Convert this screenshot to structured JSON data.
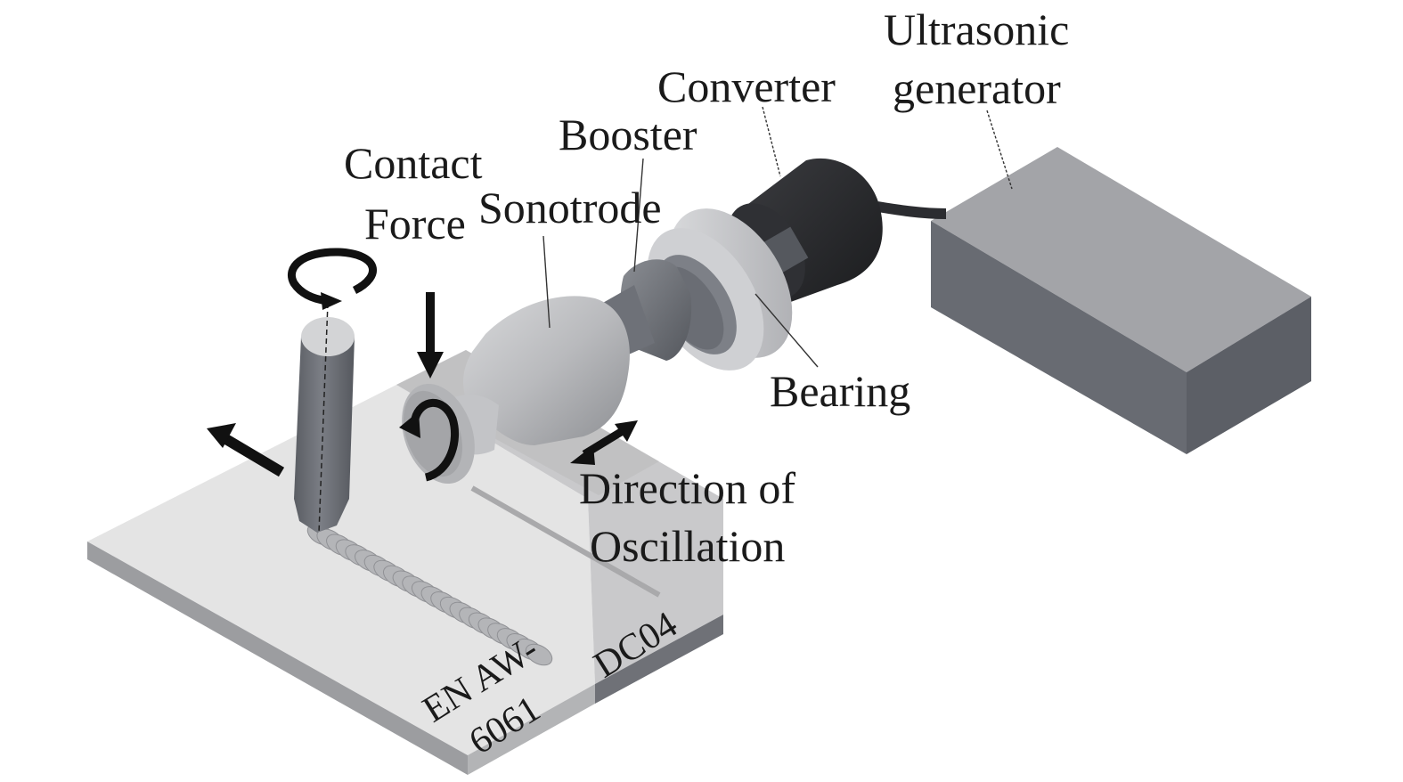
{
  "figure": {
    "title": "Ultrasonic-assisted friction stir welding setup",
    "labels": {
      "ultrasonic_generator_line1": "Ultrasonic",
      "ultrasonic_generator_line2": "generator",
      "converter": "Converter",
      "booster": "Booster",
      "contact_force_line1": "Contact",
      "contact_force_line2": "Force",
      "sonotrode": "Sonotrode",
      "bearing": "Bearing",
      "direction_line1": "Direction of",
      "direction_line2": "Oscillation",
      "material_left_line1": "EN AW-",
      "material_left_line2": "6061",
      "material_right": "DC04"
    },
    "components": [
      {
        "id": "ultrasonic-generator",
        "name": "Ultrasonic generator"
      },
      {
        "id": "converter",
        "name": "Converter"
      },
      {
        "id": "bearing",
        "name": "Bearing"
      },
      {
        "id": "booster",
        "name": "Booster"
      },
      {
        "id": "sonotrode",
        "name": "Sonotrode"
      },
      {
        "id": "fsw-tool",
        "name": "Rotating tool"
      },
      {
        "id": "workpiece-aluminium",
        "name": "EN AW-6061"
      },
      {
        "id": "workpiece-steel",
        "name": "DC04"
      }
    ],
    "colors": {
      "generator_top": "#a3a4a8",
      "generator_front": "#686b72",
      "generator_side": "#5c5f66",
      "converter": "#2a2b2e",
      "bearing": "#c9cacd",
      "booster": "#6e7178",
      "sonotrode": "#b9babd",
      "tool": "#6c6f76",
      "plate_left": "#e3e3e3",
      "plate_right": "#c8c8ca",
      "plate_edge": "#9a9b9e",
      "arrows": "#111111"
    }
  }
}
